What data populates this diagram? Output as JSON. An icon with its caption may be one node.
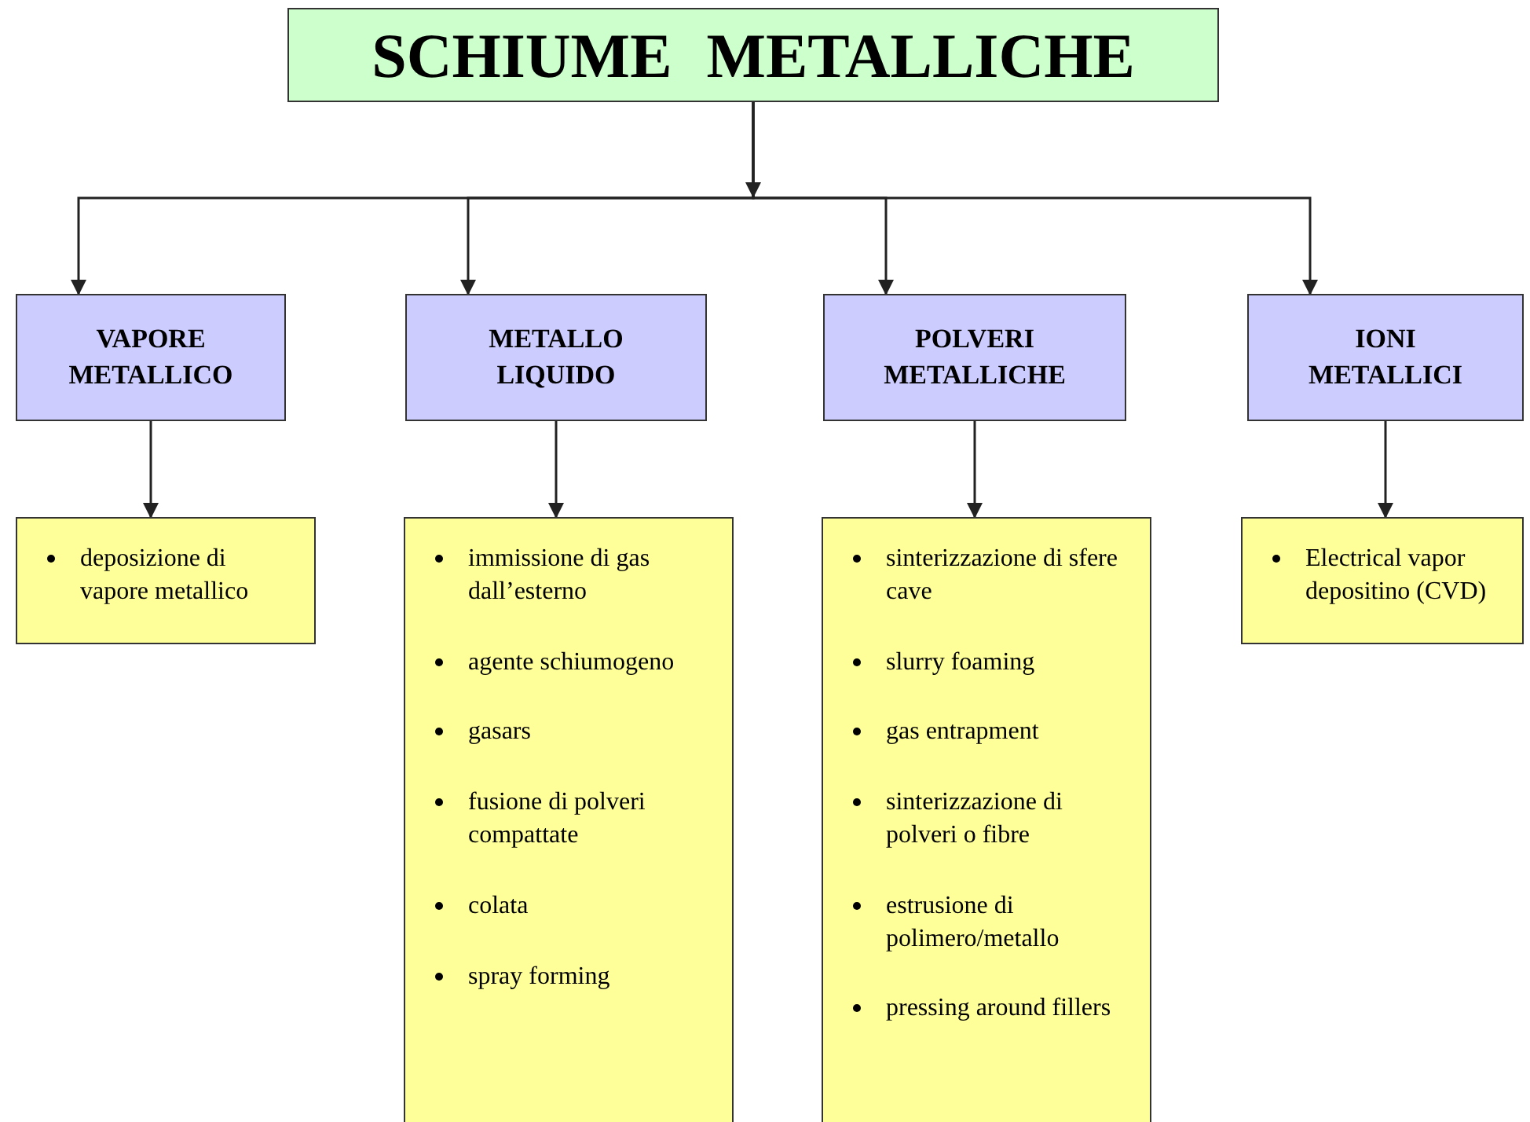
{
  "diagram": {
    "nodes": [
      {
        "text": [
          "SCHIUME METALLICHE"
        ]
      },
      {
        "text": [
          "VAPORE METALLICO"
        ]
      },
      {
        "text": [
          "METALLO LIQUIDO"
        ]
      },
      {
        "text": [
          "POLVERI METALLICHE"
        ]
      },
      {
        "text": [
          "IONI METALLICI"
        ]
      },
      {
        "text": [
          "deposizione di vapore metallico"
        ]
      },
      {
        "text": [
          "immissione di gas dall’esterno",
          "agente schiumogeno",
          "gasars",
          "fusione di polveri compattate",
          "colata",
          "spray forming"
        ]
      },
      {
        "text": [
          "sinterizzazione di sfere cave",
          "slurry foaming",
          "gas entrapment",
          "sinterizzazione di polveri o fibre",
          "estrusione di polimero/metallo",
          "pressing around fillers"
        ]
      },
      {
        "text": [
          "Electrical vapor depositino (CVD)"
        ]
      }
    ],
    "edges": [
      {
        "from": 0,
        "to": 1,
        "arrow": "to"
      },
      {
        "from": 0,
        "to": 2,
        "arrow": "to"
      },
      {
        "from": 0,
        "to": 3,
        "arrow": "to"
      },
      {
        "from": 0,
        "to": 4,
        "arrow": "to"
      },
      {
        "from": 1,
        "to": 5,
        "arrow": "to"
      },
      {
        "from": 2,
        "to": 6,
        "arrow": "to"
      },
      {
        "from": 3,
        "to": 7,
        "arrow": "to"
      },
      {
        "from": 4,
        "to": 8,
        "arrow": "to"
      }
    ]
  }
}
